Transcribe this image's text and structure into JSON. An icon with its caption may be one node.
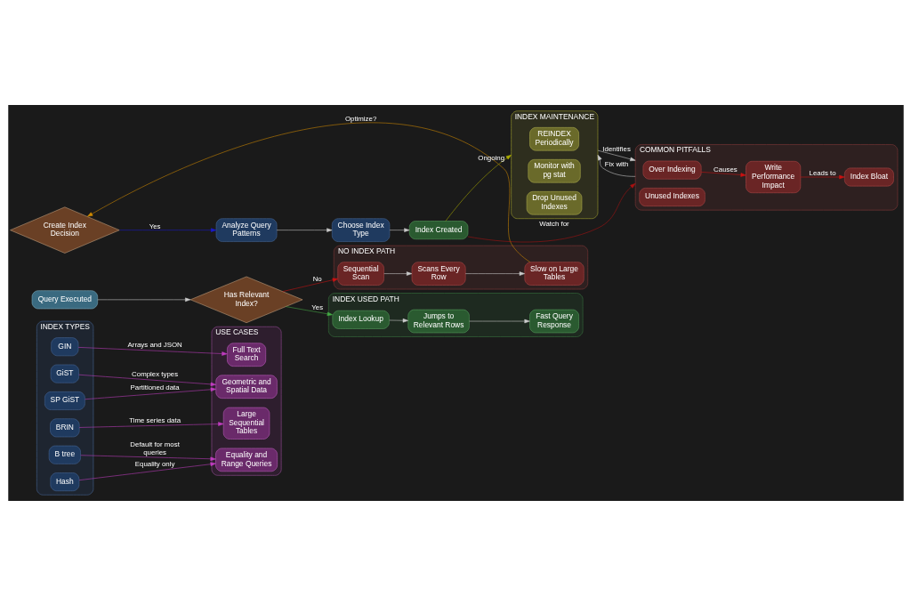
{
  "diagram": {
    "nodes": [
      {
        "text": [
          "INDEX TYPES"
        ]
      },
      {
        "text": [
          "GIN"
        ],
        "in": 0
      },
      {
        "text": [
          "GiST"
        ],
        "in": 0
      },
      {
        "text": [
          "SP GiST"
        ],
        "in": 0
      },
      {
        "text": [
          "BRIN"
        ],
        "in": 0
      },
      {
        "text": [
          "B tree"
        ],
        "in": 0
      },
      {
        "text": [
          "Hash"
        ],
        "in": 0
      },
      {
        "text": [
          "USE CASES"
        ]
      },
      {
        "text": [
          "Full Text Search"
        ],
        "in": 7
      },
      {
        "text": [
          "Geometric and Spatial Data"
        ],
        "in": 7
      },
      {
        "text": [
          "Large Sequential Tables"
        ],
        "in": 7
      },
      {
        "text": [
          "Equality and Range Queries"
        ],
        "in": 7
      },
      {
        "text": [
          "NO INDEX PATH"
        ]
      },
      {
        "text": [
          "Sequential Scan"
        ],
        "in": 12
      },
      {
        "text": [
          "Scans Every Row"
        ],
        "in": 12
      },
      {
        "text": [
          "Slow on Large Tables"
        ],
        "in": 12
      },
      {
        "text": [
          "INDEX USED PATH"
        ]
      },
      {
        "text": [
          "Index Lookup"
        ],
        "in": 16
      },
      {
        "text": [
          "Jumps to Relevant Rows"
        ],
        "in": 16
      },
      {
        "text": [
          "Fast Query Response"
        ],
        "in": 16
      },
      {
        "text": [
          "Query Executed"
        ]
      },
      {
        "text": [
          "Has Relevant Index?"
        ]
      },
      {
        "text": [
          "Create Index Decision"
        ]
      },
      {
        "text": [
          "Analyze Query Patterns"
        ]
      },
      {
        "text": [
          "Choose Index Type"
        ]
      },
      {
        "text": [
          "Index Created"
        ]
      },
      {
        "text": [
          "INDEX MAINTENANCE"
        ]
      },
      {
        "text": [
          "REINDEX Periodically"
        ],
        "in": 26
      },
      {
        "text": [
          "Monitor with pg stat"
        ],
        "in": 26
      },
      {
        "text": [
          "Drop Unused Indexes"
        ],
        "in": 26
      },
      {
        "text": [
          "COMMON PITFALLS"
        ]
      },
      {
        "text": [
          "Over Indexing"
        ],
        "in": 30
      },
      {
        "text": [
          "Write Performance Impact"
        ],
        "in": 30
      },
      {
        "text": [
          "Index Bloat"
        ],
        "in": 30
      },
      {
        "text": [
          "Unused Indexes"
        ],
        "in": 30
      }
    ],
    "edges": [
      {
        "from": 1,
        "to": 8,
        "arrow": "to",
        "label": "Arrays and JSON",
        "color": "#c03cc0"
      },
      {
        "from": 2,
        "to": 9,
        "arrow": "to",
        "label": "Complex types",
        "color": "#c03cc0"
      },
      {
        "from": 3,
        "to": 9,
        "arrow": "to",
        "label": "Partitioned data",
        "color": "#c03cc0"
      },
      {
        "from": 4,
        "to": 10,
        "arrow": "to",
        "label": "Time series data",
        "color": "#c03cc0"
      },
      {
        "from": 5,
        "to": 11,
        "arrow": "to",
        "label": "Default for most queries",
        "color": "#c03cc0"
      },
      {
        "from": 6,
        "to": 11,
        "arrow": "to",
        "label": "Equality only",
        "color": "#c03cc0"
      },
      {
        "from": 20,
        "to": 21,
        "arrow": "to"
      },
      {
        "from": 21,
        "to": 13,
        "arrow": "to",
        "label": "No",
        "color": "#cc1111"
      },
      {
        "from": 21,
        "to": 17,
        "arrow": "to",
        "label": "Yes",
        "color": "#44aa44"
      },
      {
        "from": 13,
        "to": 14,
        "arrow": "to"
      },
      {
        "from": 14,
        "to": 15,
        "arrow": "to"
      },
      {
        "from": 17,
        "to": 18,
        "arrow": "to"
      },
      {
        "from": 18,
        "to": 19,
        "arrow": "to"
      },
      {
        "from": 15,
        "to": 22,
        "arrow": "to",
        "label": "Optimize?",
        "color": "#d08a00"
      },
      {
        "from": 22,
        "to": 23,
        "arrow": "to",
        "label": "Yes",
        "color": "#1a1acc"
      },
      {
        "from": 23,
        "to": 24,
        "arrow": "to"
      },
      {
        "from": 24,
        "to": 25,
        "arrow": "to"
      },
      {
        "from": 25,
        "to": 26,
        "arrow": "to",
        "label": "Ongoing",
        "color": "#aaaa00"
      },
      {
        "from": 25,
        "to": 30,
        "arrow": "to",
        "label": "Watch for",
        "color": "#aa1111"
      },
      {
        "from": 26,
        "to": 30,
        "arrow": "to",
        "label": "Identifies"
      },
      {
        "from": 31,
        "to": 32,
        "arrow": "to",
        "label": "Causes",
        "color": "#cc1111"
      },
      {
        "from": 32,
        "to": 33,
        "arrow": "to",
        "label": "Leads to",
        "color": "#cc1111"
      },
      {
        "from": 30,
        "to": 26,
        "arrow": "to",
        "label": "Fix with"
      }
    ]
  }
}
